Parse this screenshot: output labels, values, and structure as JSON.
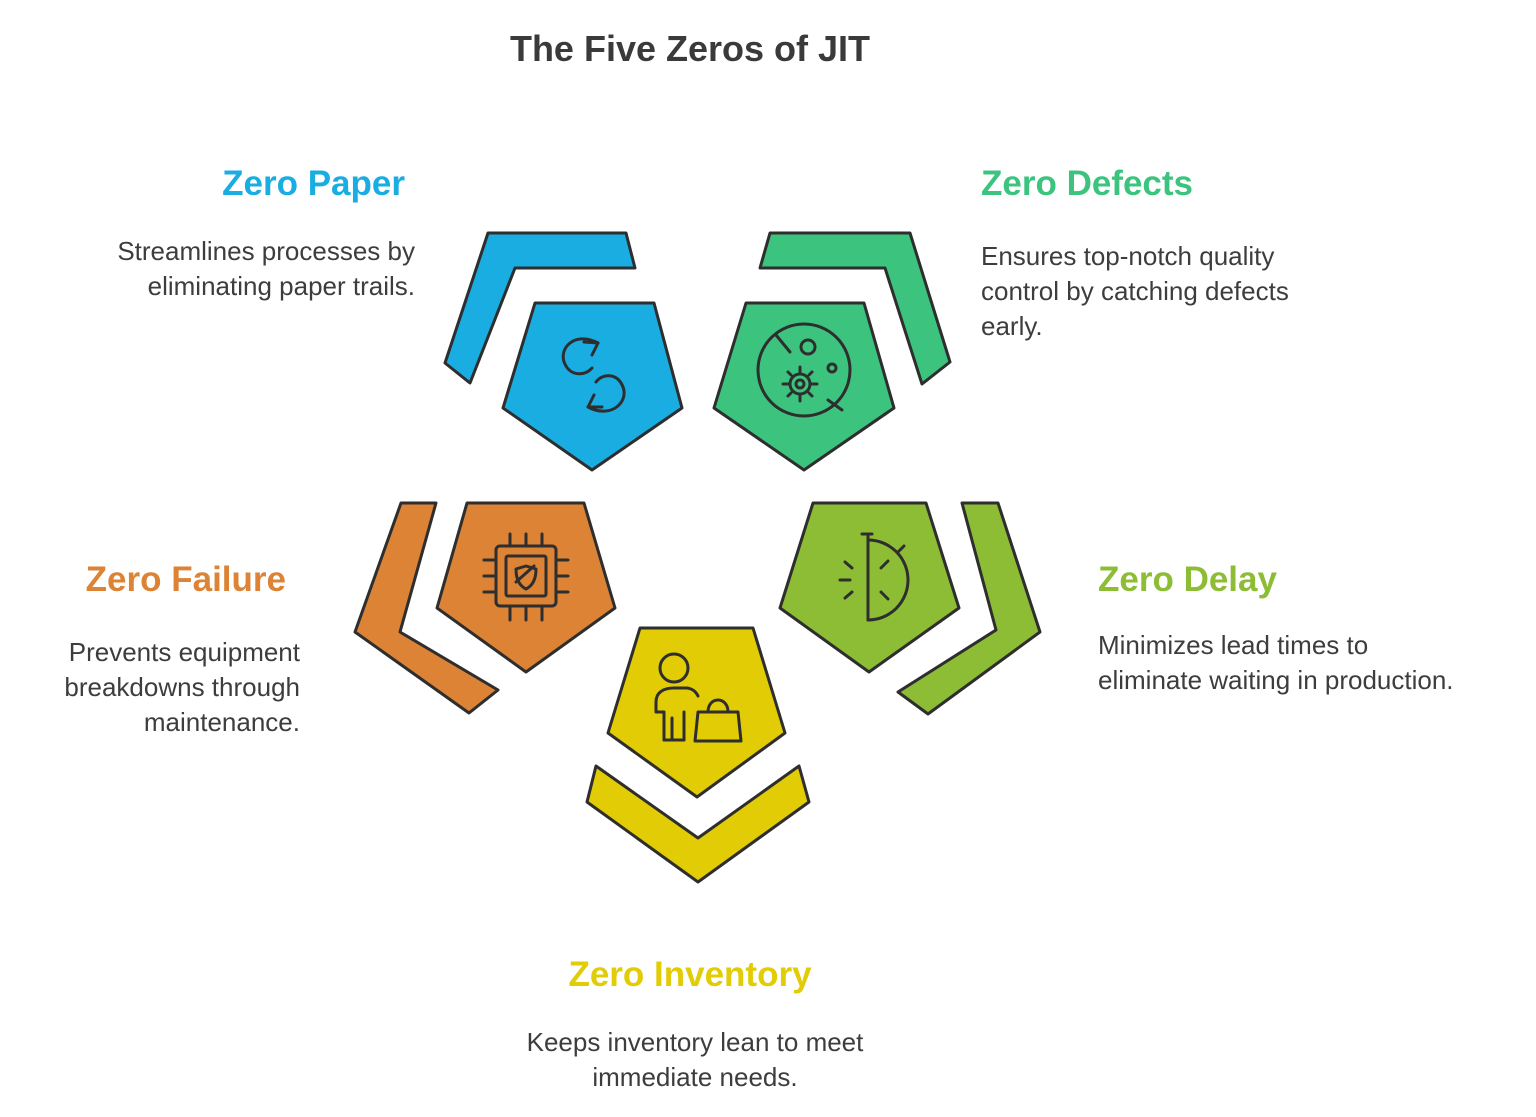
{
  "title": "The Five Zeros of JIT",
  "items": [
    {
      "heading": "Zero Paper",
      "description": "Streamlines processes by\neliminating paper trails.",
      "color": "#19ade2",
      "icon": "recycle-arrows-icon"
    },
    {
      "heading": "Zero Defects",
      "description": "Ensures top-notch quality\ncontrol by catching defects\nearly.",
      "color": "#3cc47f",
      "icon": "petri-dish-bacteria-icon"
    },
    {
      "heading": "Zero Delay",
      "description": "Minimizes lead times to\neliminate waiting in production.",
      "color": "#8dbd35",
      "icon": "stopwatch-half-icon"
    },
    {
      "heading": "Zero Inventory",
      "description": "Keeps inventory lean to meet\nimmediate needs.",
      "color": "#e2cc05",
      "icon": "person-shopping-bag-icon"
    },
    {
      "heading": "Zero Failure",
      "description": "Prevents equipment\nbreakdowns through\nmaintenance.",
      "color": "#dc8335",
      "icon": "chip-shield-icon"
    }
  ],
  "outline_color": "#2e2e2e"
}
